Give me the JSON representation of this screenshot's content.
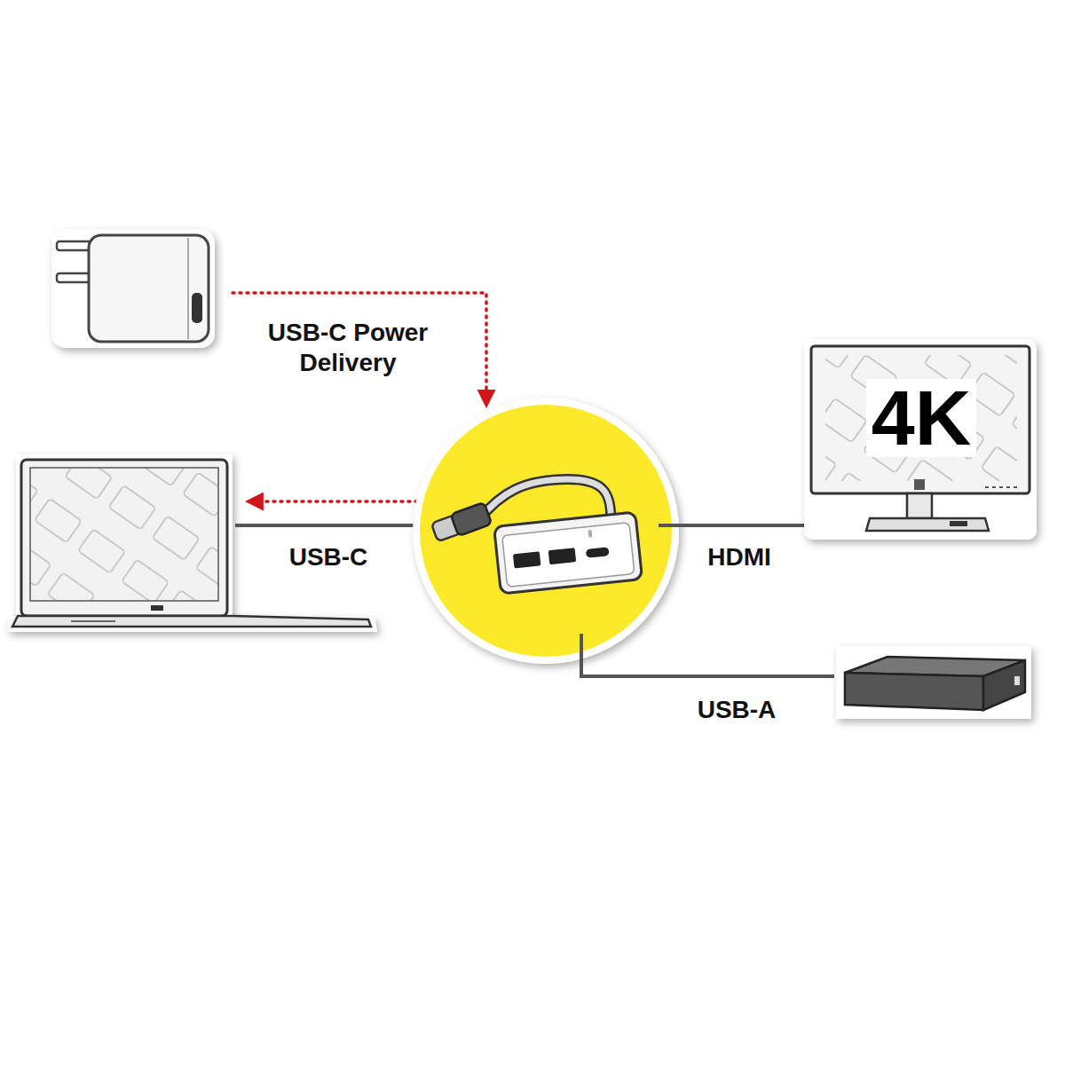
{
  "diagram": {
    "nodes": [
      {
        "text": [
          "4K"
        ]
      }
    ],
    "labels": [
      "USB-C Power Delivery",
      "USB-C",
      "HDMI",
      "USB-A"
    ]
  }
}
